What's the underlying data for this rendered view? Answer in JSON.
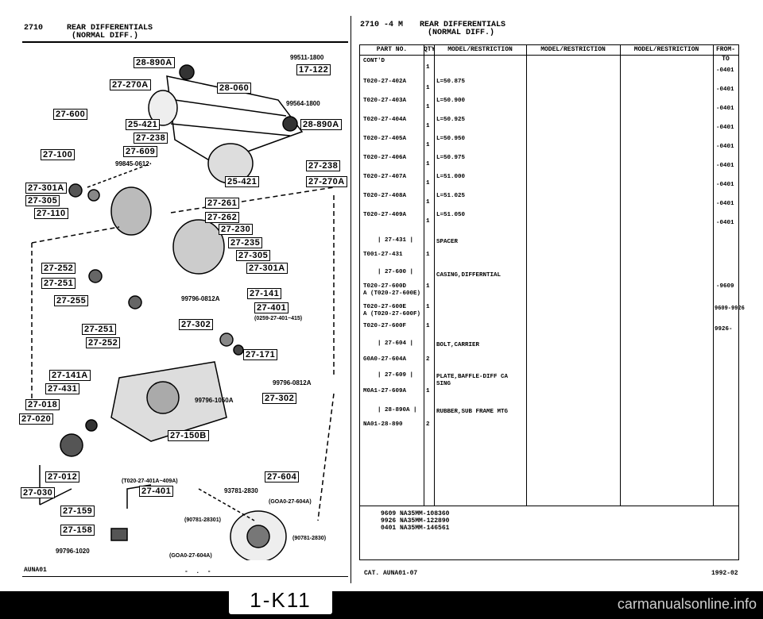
{
  "left_header": {
    "code": "2710",
    "title1": "REAR DIFFERENTIALS",
    "title2": "(NORMAL DIFF.)"
  },
  "right_header": {
    "code": "2710 -4 M",
    "title1": "REAR DIFFERENTIALS",
    "title2": "(NORMAL DIFF.)"
  },
  "diagram": {
    "boxes": [
      "28-890A",
      "27-270A",
      "28-060",
      "17-122",
      "27-600",
      "25-421",
      "27-238",
      "27-609",
      "28-890A",
      "27-100",
      "27-238",
      "25-421",
      "27-270A",
      "27-301A",
      "27-305",
      "27-110",
      "27-261",
      "27-262",
      "27-230",
      "27-235",
      "27-305",
      "27-301A",
      "27-252",
      "27-251",
      "27-255",
      "27-141",
      "27-401",
      "27-251",
      "27-302",
      "27-252",
      "27-171",
      "27-141A",
      "27-431",
      "27-018",
      "27-302",
      "27-020",
      "27-150B",
      "27-012",
      "27-604",
      "27-030",
      "27-401",
      "27-159",
      "27-158"
    ],
    "numbers": [
      "99511-1800",
      "99564-1800",
      "99845-0612",
      "99796-0812A",
      "(0259-27-401~415)",
      "99796-0812A",
      "99796-1050A",
      "(T020-27-401A~409A)",
      "93781-2830",
      "(GOA0-27-604A)",
      "(90781-28301)",
      "(90781-2830)",
      "99796-1020",
      "(GOA0-27-604A)"
    ]
  },
  "table": {
    "headers": [
      "PART NO.",
      "QTY",
      "MODEL/RESTRICTION",
      "MODEL/RESTRICTION",
      "MODEL/RESTRICTION",
      "FROM-TO"
    ],
    "rows": [
      {
        "part": "CONT'D",
        "qty": "1",
        "desc": "",
        "from": "-0401"
      },
      {
        "part": "T020-27-402A",
        "qty": "1",
        "desc": "L=50.875",
        "from": "-0401"
      },
      {
        "part": "T020-27-403A",
        "qty": "1",
        "desc": "L=50.900",
        "from": "-0401"
      },
      {
        "part": "T020-27-404A",
        "qty": "1",
        "desc": "L=50.925",
        "from": "-0401"
      },
      {
        "part": "T020-27-405A",
        "qty": "1",
        "desc": "L=50.950",
        "from": "-0401"
      },
      {
        "part": "T020-27-406A",
        "qty": "1",
        "desc": "L=50.975",
        "from": "-0401"
      },
      {
        "part": "T020-27-407A",
        "qty": "1",
        "desc": "L=51.000",
        "from": "-0401"
      },
      {
        "part": "T020-27-408A",
        "qty": "1",
        "desc": "L=51.025",
        "from": "-0401"
      },
      {
        "part": "T020-27-409A",
        "qty": "1",
        "desc": "L=51.050",
        "from": "-0401"
      }
    ],
    "groups": [
      {
        "ref": "| 27-431 |",
        "part": "T001-27-431",
        "qty": "1",
        "desc": "SPACER",
        "from": ""
      },
      {
        "ref": "| 27-600 |",
        "part": "T020-27-600D\nA (T020-27-600E)",
        "qty": "1",
        "desc": "CASING,DIFFERNTIAL",
        "from": "-9609"
      },
      {
        "ref": "",
        "part": "T020-27-600E\nA (T020-27-600F)",
        "qty": "1",
        "desc": "",
        "from": "9609-9926"
      },
      {
        "ref": "",
        "part": "T020-27-600F",
        "qty": "1",
        "desc": "",
        "from": "9926-"
      },
      {
        "ref": "| 27-604 |",
        "part": "G0A0-27-604A",
        "qty": "2",
        "desc": "BOLT,CARRIER",
        "from": ""
      },
      {
        "ref": "| 27-609 |",
        "part": "M0A1-27-609A",
        "qty": "1",
        "desc": "PLATE,BAFFLE-DIFF CA\nSING",
        "from": ""
      },
      {
        "ref": "| 28-890A |",
        "part": "NA01-28-890",
        "qty": "2",
        "desc": "RUBBER,SUB FRAME MTG",
        "from": ""
      }
    ],
    "footnote": "9609 NA35MM-108360\n9926 NA35MM-122890\n0401 NA35MM-146561"
  },
  "footer": {
    "left": "AUNA01",
    "mid": "-  .  -",
    "cat": "CAT. AUNA01-07",
    "date": "1992-02",
    "page": "1-K11"
  },
  "watermark": "carmanualsonline.info"
}
